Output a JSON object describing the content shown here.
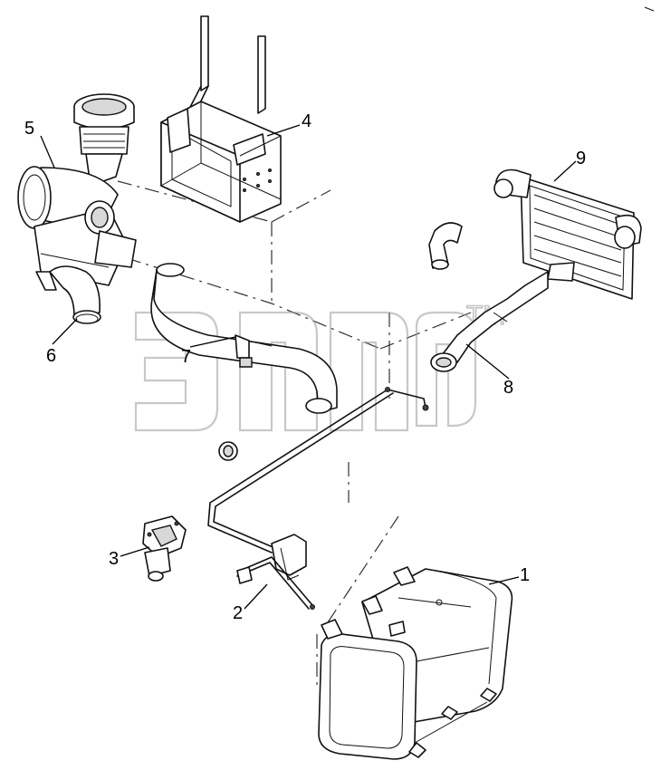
{
  "callouts": [
    {
      "id": "1",
      "label": "1"
    },
    {
      "id": "2",
      "label": "2"
    },
    {
      "id": "3",
      "label": "3"
    },
    {
      "id": "4",
      "label": "4"
    },
    {
      "id": "5",
      "label": "5"
    },
    {
      "id": "6",
      "label": "6"
    },
    {
      "id": "7",
      "label": "7"
    },
    {
      "id": "8",
      "label": "8"
    },
    {
      "id": "9",
      "label": "9"
    }
  ],
  "watermark": {
    "trademark": "TM"
  }
}
